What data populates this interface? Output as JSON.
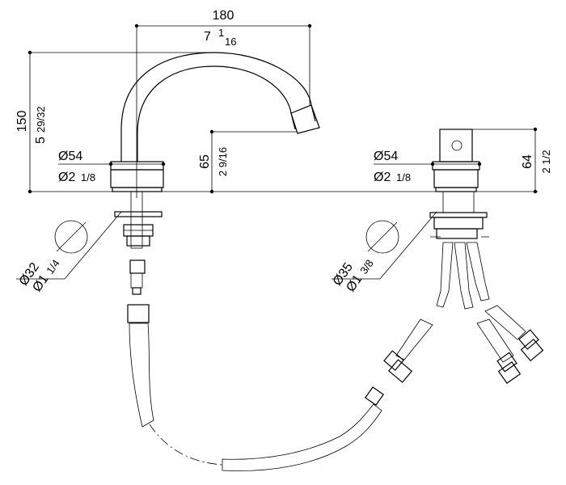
{
  "dimensions": {
    "width_mm": "180",
    "width_in_whole": "7",
    "width_in_num": "1",
    "width_in_den": "16",
    "height_mm": "150",
    "height_in_whole": "5",
    "height_in_frac": "29/32",
    "spout_clearance_mm": "65",
    "spout_clearance_in": "2 9/16",
    "spout_base_dia_mm": "Ø54",
    "spout_base_dia_in_whole": "Ø2",
    "spout_base_dia_in_frac": "1/8",
    "spout_hole_dia_mm": "Ø32",
    "spout_hole_dia_in_whole": "Ø1",
    "spout_hole_dia_in_frac": "1/4",
    "handle_height_mm": "64",
    "handle_height_in": "2 1/2",
    "handle_base_dia_mm": "Ø54",
    "handle_base_dia_in_whole": "Ø2",
    "handle_base_dia_in_frac": "1/8",
    "handle_hole_dia_mm": "Ø35",
    "handle_hole_dia_in_whole": "Ø1",
    "handle_hole_dia_in_frac": "3/8"
  }
}
